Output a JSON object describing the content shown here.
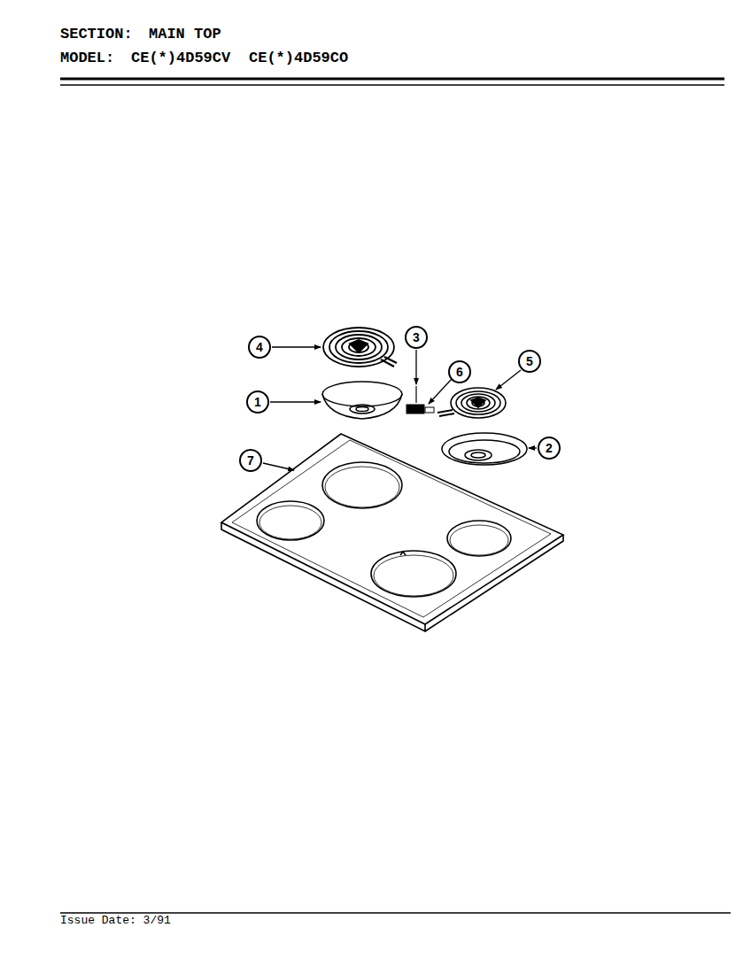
{
  "diagram": {
    "nodes": [
      {
        "text": [
          "3"
        ]
      },
      {
        "text": [
          "4"
        ]
      },
      {
        "text": [
          "5"
        ]
      },
      {
        "text": [
          "6"
        ]
      },
      {
        "text": [
          "1"
        ]
      },
      {
        "text": [
          "2"
        ]
      },
      {
        "text": [
          "7"
        ]
      }
    ],
    "labels": [
      "SECTION:",
      "MAIN TOP",
      "MODEL:",
      "CE(*)4D59CV",
      "CE(*)4D59CO",
      "Issue Date: 3/91"
    ]
  }
}
